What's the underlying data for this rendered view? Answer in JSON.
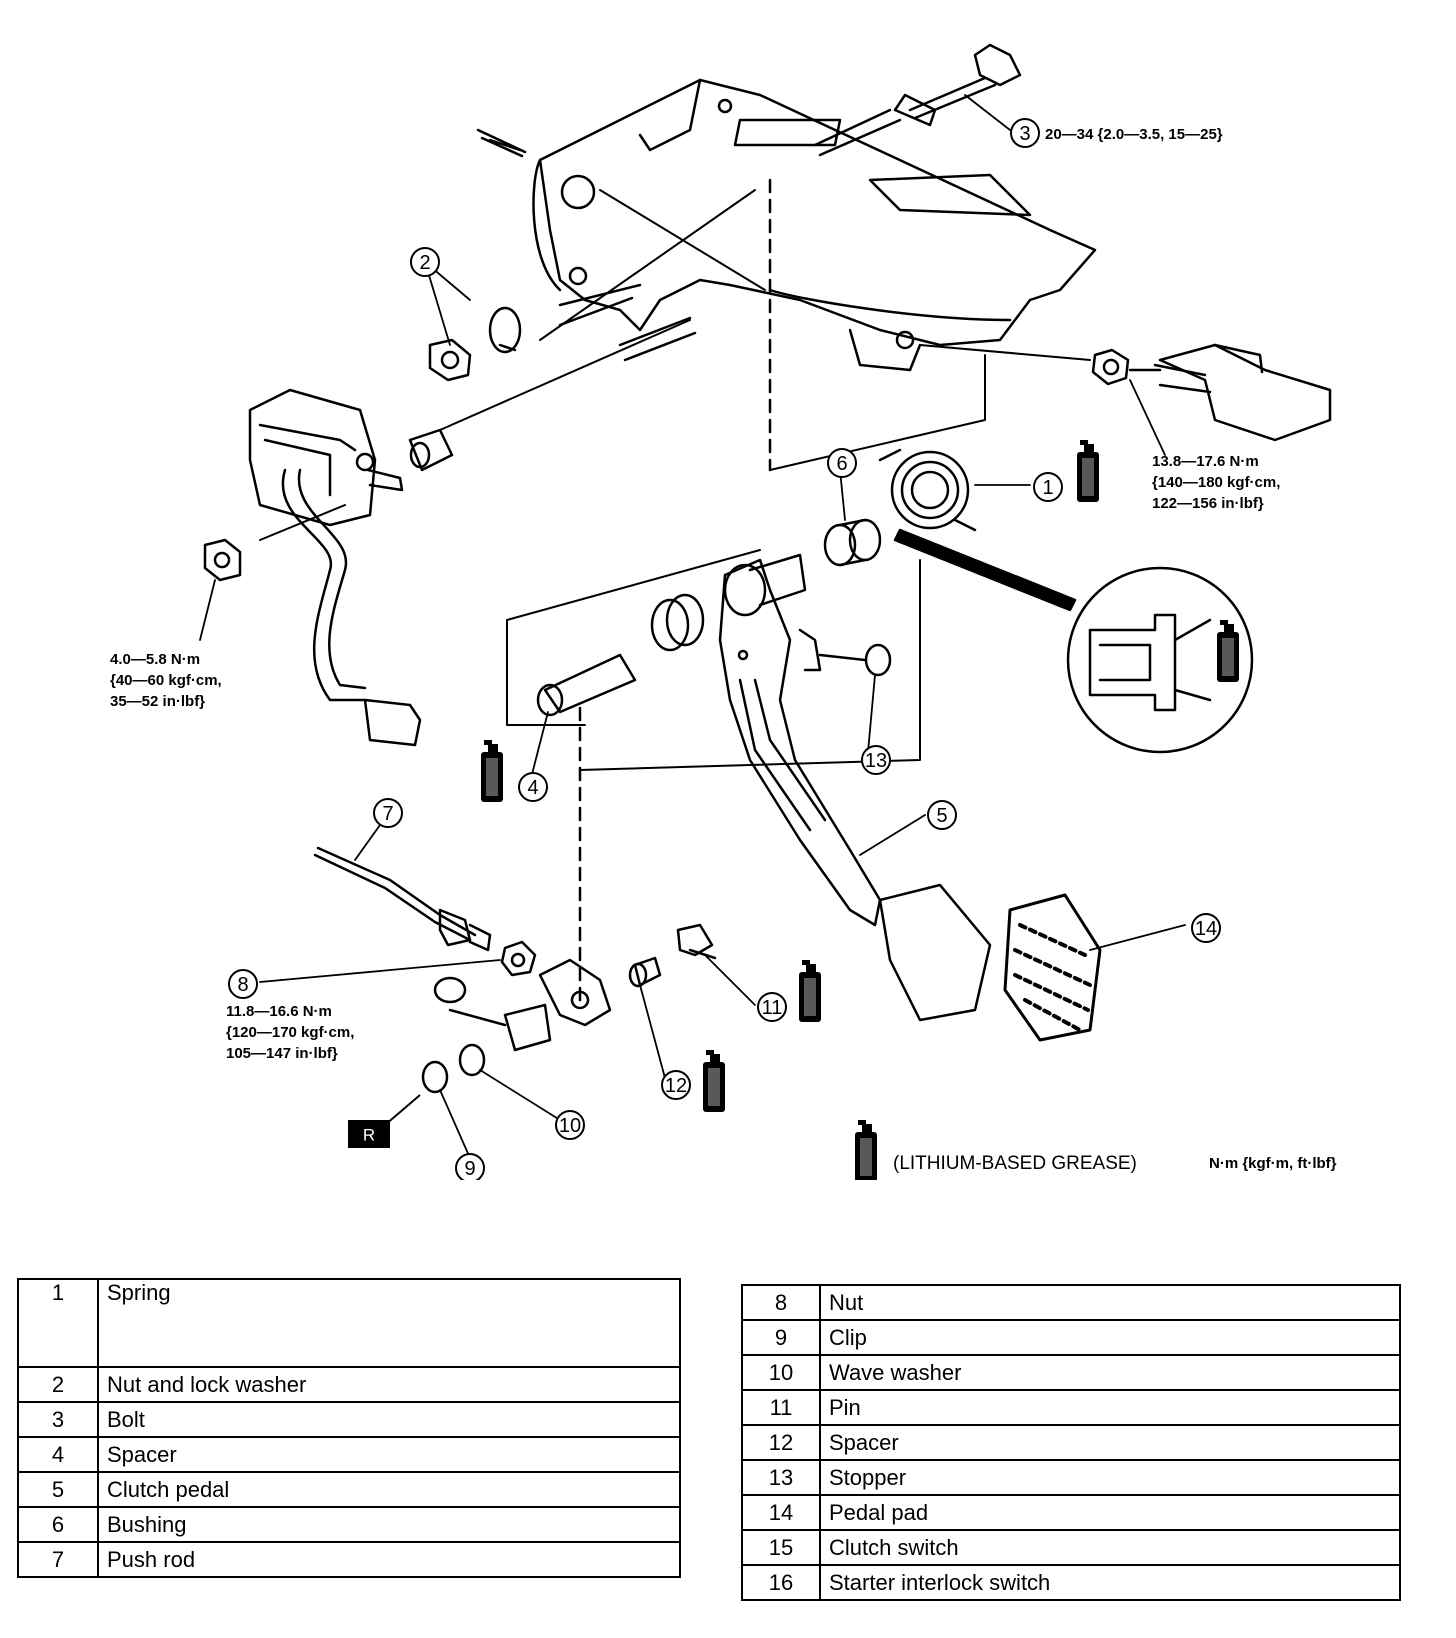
{
  "callouts": [
    {
      "num": "1"
    },
    {
      "num": "2"
    },
    {
      "num": "3"
    },
    {
      "num": "4"
    },
    {
      "num": "5"
    },
    {
      "num": "6"
    },
    {
      "num": "7"
    },
    {
      "num": "8"
    },
    {
      "num": "9"
    },
    {
      "num": "10"
    },
    {
      "num": "11"
    },
    {
      "num": "12"
    },
    {
      "num": "13"
    },
    {
      "num": "14"
    }
  ],
  "torque_specs": {
    "bolt": "20—34 {2.0—3.5, 15—25}",
    "switch_nut": [
      "13.8—17.6 N·m",
      "{140—180 kgf·cm,",
      "122—156 in·lbf}"
    ],
    "connector_nut": [
      "4.0—5.8 N·m",
      "{40—60 kgf·cm,",
      "35—52 in·lbf}"
    ],
    "push_rod_nut": [
      "11.8—16.6 N·m",
      "{120—170 kgf·cm,",
      "105—147 in·lbf}"
    ]
  },
  "replace_badge": "R",
  "legend": {
    "grease_label": "(LITHIUM-BASED GREASE)",
    "units": "N·m {kgf·m, ft·lbf}"
  },
  "parts_left": [
    {
      "num": "1",
      "name": "Spring"
    },
    {
      "num": "2",
      "name": "Nut and lock washer"
    },
    {
      "num": "3",
      "name": "Bolt"
    },
    {
      "num": "4",
      "name": "Spacer"
    },
    {
      "num": "5",
      "name": "Clutch pedal"
    },
    {
      "num": "6",
      "name": "Bushing"
    },
    {
      "num": "7",
      "name": "Push rod"
    }
  ],
  "parts_right": [
    {
      "num": "8",
      "name": "Nut"
    },
    {
      "num": "9",
      "name": "Clip"
    },
    {
      "num": "10",
      "name": "Wave washer"
    },
    {
      "num": "11",
      "name": "Pin"
    },
    {
      "num": "12",
      "name": "Spacer"
    },
    {
      "num": "13",
      "name": "Stopper"
    },
    {
      "num": "14",
      "name": "Pedal pad"
    },
    {
      "num": "15",
      "name": "Clutch switch"
    },
    {
      "num": "16",
      "name": "Starter interlock switch"
    }
  ]
}
